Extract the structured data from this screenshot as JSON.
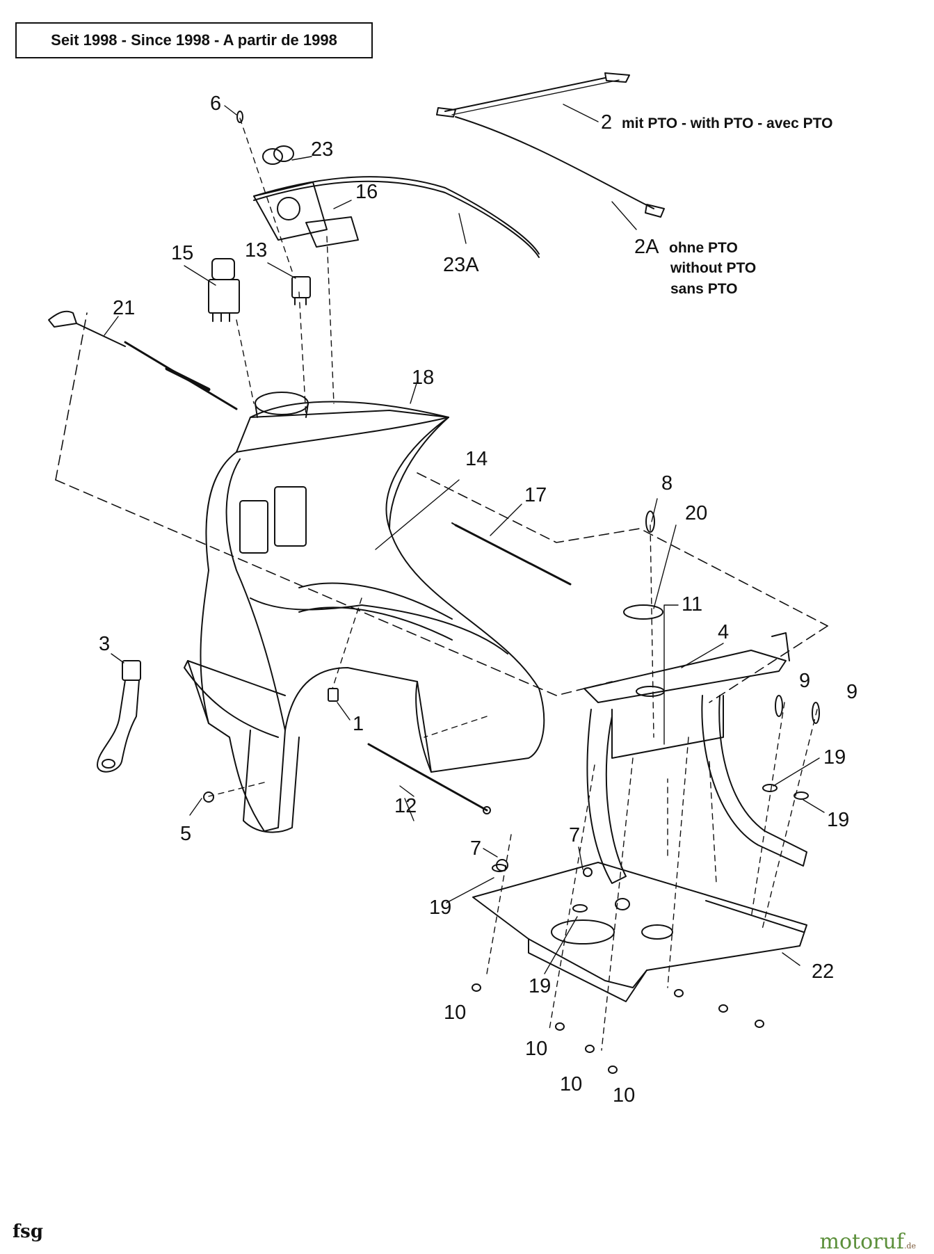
{
  "header": {
    "title": "Seit 1998 - Since 1998 - A partir de 1998"
  },
  "callouts": {
    "p1": "1",
    "p2": "2",
    "p2A": "2A",
    "p3": "3",
    "p4": "4",
    "p5": "5",
    "p6": "6",
    "p7a": "7",
    "p7b": "7",
    "p8": "8",
    "p9a": "9",
    "p9b": "9",
    "p10a": "10",
    "p10b": "10",
    "p10c": "10",
    "p10d": "10",
    "p11": "11",
    "p12": "12",
    "p13": "13",
    "p14": "14",
    "p15": "15",
    "p16": "16",
    "p17": "17",
    "p18": "18",
    "p19a": "19",
    "p19b": "19",
    "p19c": "19",
    "p19d": "19",
    "p20": "20",
    "p21": "21",
    "p22": "22",
    "p23": "23",
    "p23A": "23A"
  },
  "notes": {
    "with_pto": "mit PTO - with PTO - avec PTO",
    "without_pto_de": "ohne PTO",
    "without_pto_en": "without PTO",
    "without_pto_fr": "sans PTO"
  },
  "footer": {
    "code": "fsg",
    "brand": "motoruf",
    "brand_tld": ".de"
  },
  "colors": {
    "ink": "#111111",
    "brand": "#5b8f3a"
  }
}
